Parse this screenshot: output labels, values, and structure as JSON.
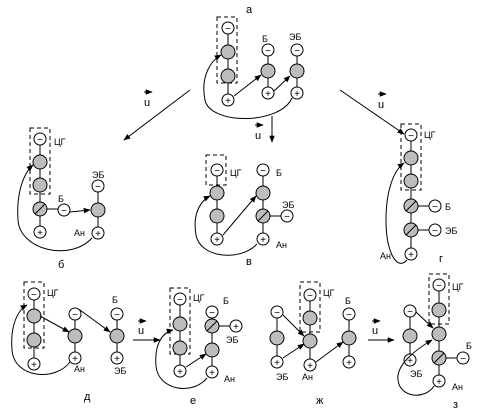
{
  "symbols": {
    "minus": "−",
    "plus": "+"
  },
  "vector_label": "u",
  "labels": {
    "cg": "ЦГ",
    "b": "Б",
    "eb": "ЭБ",
    "an": "Ан"
  },
  "panels": {
    "a": "а",
    "b": "б",
    "v": "в",
    "g": "г",
    "d": "д",
    "e": "е",
    "zh": "ж",
    "z": "з"
  },
  "colors": {
    "node_fill": "#bdbdbd",
    "stroke": "#000000"
  }
}
